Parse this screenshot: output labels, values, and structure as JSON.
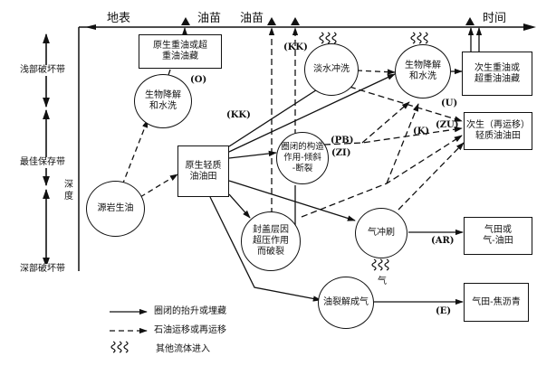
{
  "axes": {
    "surface_label": "地表",
    "time_label": "时间",
    "depth_label": "深度",
    "seep_labels": [
      "油苗",
      "油苗"
    ]
  },
  "zones": [
    {
      "label": "浅部破坏带"
    },
    {
      "label": "最佳保存带"
    },
    {
      "label": "深部破坏带"
    }
  ],
  "nodes": {
    "source_rock_oil": "源岩生油",
    "primary_heavy_oil": "原生重油或超\n重油油藏",
    "biodeg_1": "生物降解\n和水洗",
    "primary_light_oil": "原生轻质\n油油田",
    "closure_tilt_fault": "圈闭的构造\n作用-倾斜\n-断裂",
    "freshwater_flush": "淡水冲洗",
    "biodeg_2": "生物降解\n和水洗",
    "secondary_heavy_oil": "次生重油或\n超重油油藏",
    "secondary_light_oil": "次生（再运移）\n轻质油油田",
    "cap_overpressure": "封盖层因\n超压作用\n而破裂",
    "gas_flush": "气冲刷",
    "gas_field_or_gas_oil": "气田或\n气-油田",
    "oil_crack_gas": "油裂解成气",
    "gas_field_bitumen": "气田-焦沥青",
    "gas_influx_label": "气"
  },
  "codes": {
    "O": "(O)",
    "KK_left": "(KK)",
    "KK_top": "(KK)",
    "U": "(U)",
    "PB": "(PB)",
    "ZI": "(ZI)",
    "K": "(K)",
    "ZU": "(ZU)",
    "AR": "(AR)",
    "E": "(E)"
  },
  "legend": [
    {
      "style": "solid-arrow",
      "label": "圈闭的抬升或埋藏"
    },
    {
      "style": "dashed-arrow",
      "label": "石油运移或再运移"
    },
    {
      "style": "wavy-lines",
      "label": "其他流体进入"
    }
  ]
}
